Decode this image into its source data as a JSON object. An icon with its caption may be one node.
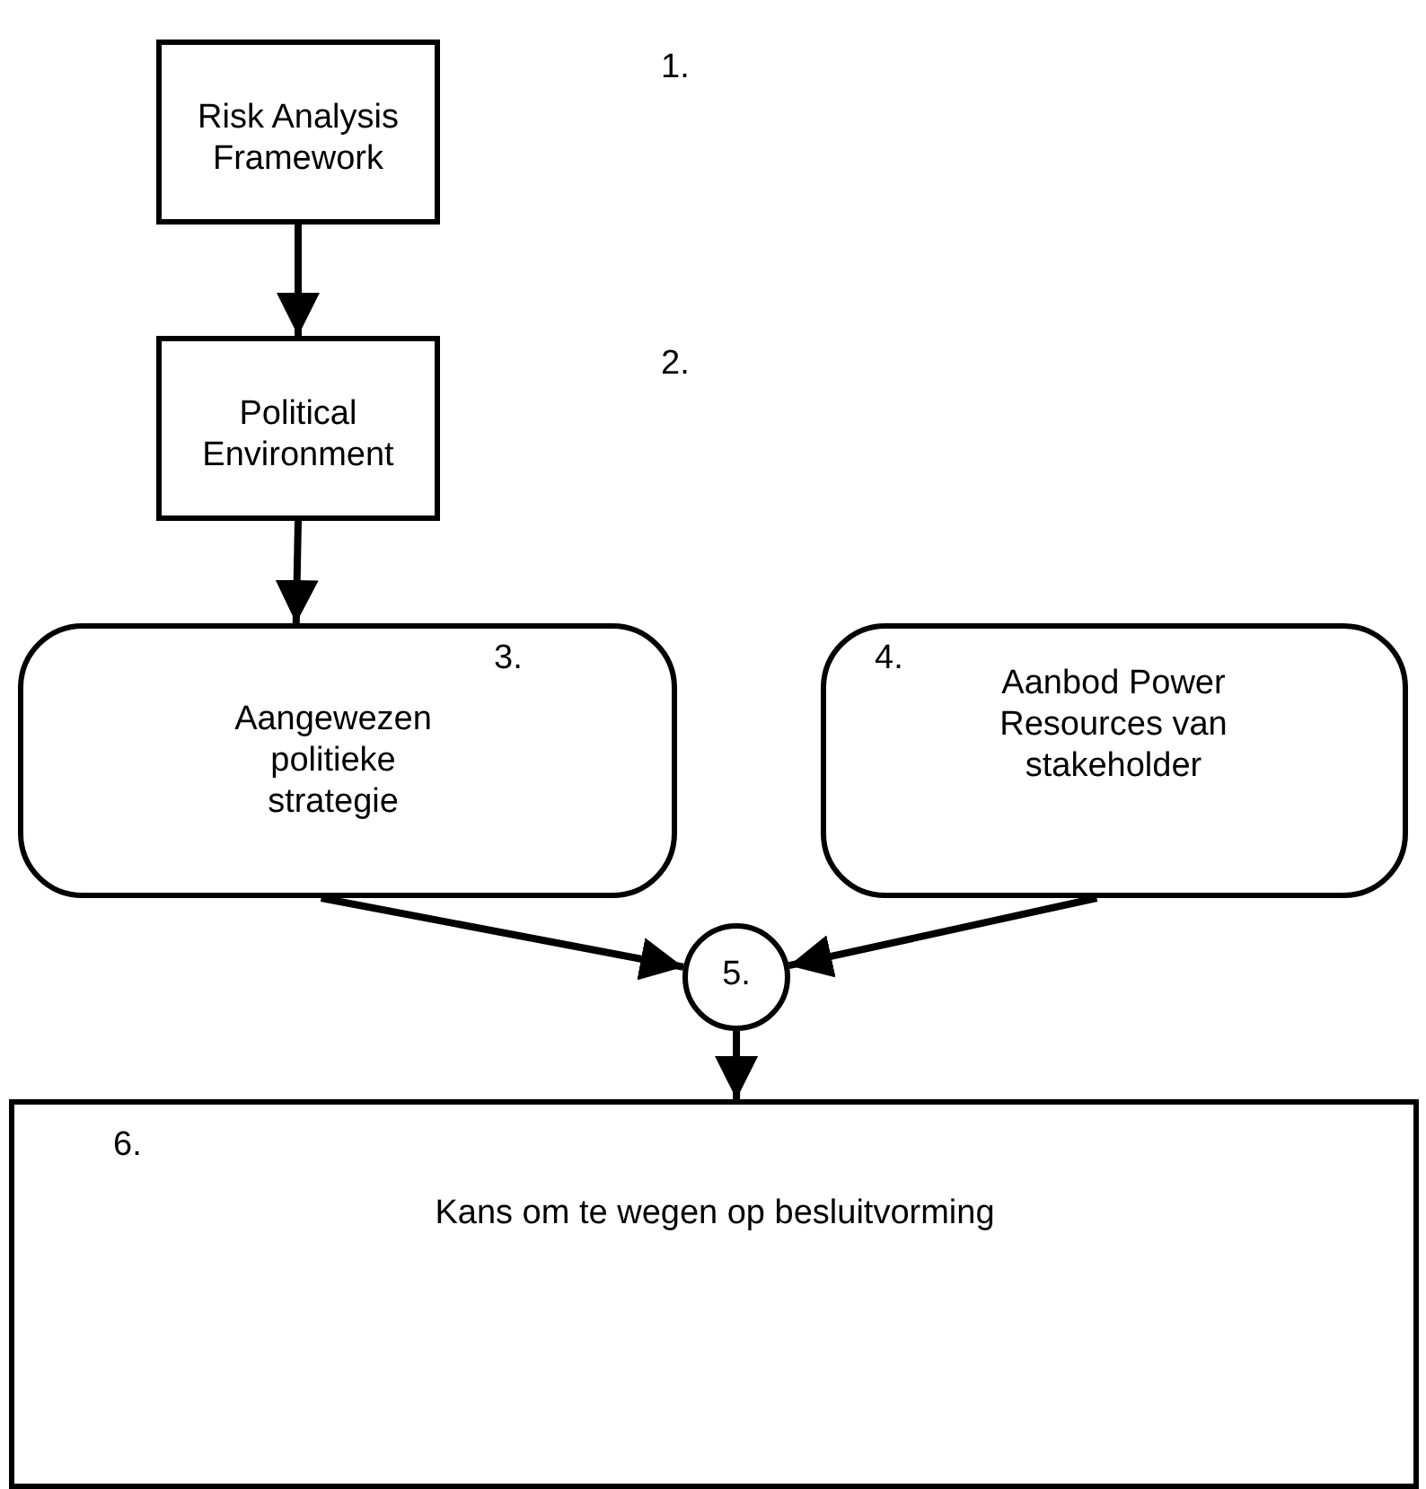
{
  "diagram": {
    "nodes": [
      {
        "text": [
          "Risk Analysis Framework"
        ]
      },
      {
        "text": [
          "Political Environment"
        ]
      },
      {
        "text": [
          "3.",
          "Aangewezen politieke strategie"
        ]
      },
      {
        "text": [
          "4.",
          "Aanbod Power Resources van stakeholder"
        ]
      },
      {
        "text": [
          "5."
        ]
      },
      {
        "text": [
          "6.",
          "Kans om te wegen op besluitvorming"
        ]
      }
    ],
    "edges": [
      {
        "from": 0,
        "to": 1,
        "arrow": "to"
      },
      {
        "from": 1,
        "to": 2,
        "arrow": "to"
      },
      {
        "from": 2,
        "to": 4,
        "arrow": "to"
      },
      {
        "from": 3,
        "to": 4,
        "arrow": "to"
      },
      {
        "from": 4,
        "to": 5,
        "arrow": "to"
      }
    ],
    "labels": [
      "1.",
      "2."
    ]
  }
}
